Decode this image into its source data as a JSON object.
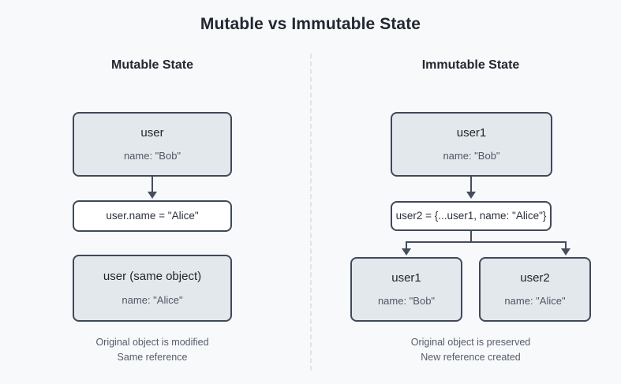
{
  "title": "Mutable vs Immutable State",
  "divider": {
    "style": "dashed",
    "color": "#dfe4ea"
  },
  "theme": {
    "background": "#f7f9fb",
    "node_fill": "#e3e8ed",
    "node_fill_plain": "#ffffff",
    "node_border": "#40495a",
    "connector": "#454e5e",
    "title_color": "#222730",
    "sub_color": "#4f5763",
    "caption_color": "#555d69"
  },
  "columns": [
    {
      "id": "mutable",
      "heading": "Mutable State",
      "nodes": [
        {
          "id": "mutable-user-before",
          "title": "user",
          "sub": "name: \"Bob\"",
          "fill": "shaded"
        },
        {
          "id": "mutable-assignment",
          "title": "user.name = \"Alice\"",
          "sub": "",
          "fill": "plain"
        },
        {
          "id": "mutable-user-after",
          "title": "user (same object)",
          "sub": "name: \"Alice\"",
          "fill": "shaded"
        }
      ],
      "caption": [
        "Original object is modified",
        "Same reference"
      ]
    },
    {
      "id": "immutable",
      "heading": "Immutable State",
      "nodes": [
        {
          "id": "immutable-user1-before",
          "title": "user1",
          "sub": "name: \"Bob\"",
          "fill": "shaded"
        },
        {
          "id": "immutable-spread",
          "title": "user2 = {...user1, name: \"Alice\"}",
          "sub": "",
          "fill": "plain"
        },
        {
          "id": "immutable-user1-after",
          "title": "user1",
          "sub": "name: \"Bob\"",
          "fill": "shaded"
        },
        {
          "id": "immutable-user2-after",
          "title": "user2",
          "sub": "name: \"Alice\"",
          "fill": "shaded"
        }
      ],
      "caption": [
        "Original object is preserved",
        "New reference created"
      ]
    }
  ]
}
